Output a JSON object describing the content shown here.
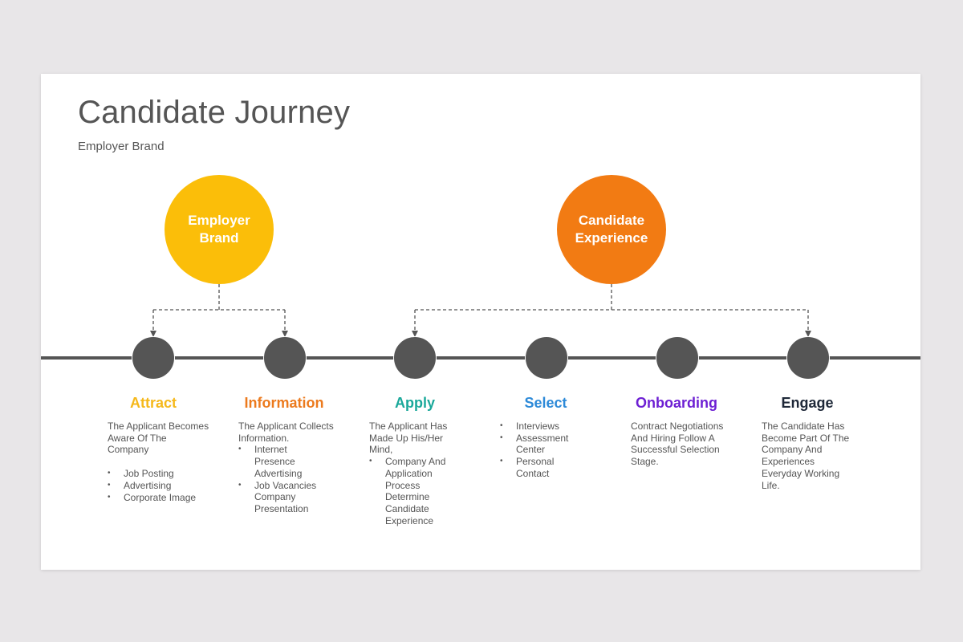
{
  "title": "Candidate Journey",
  "subtitle": "Employer Brand",
  "groups": [
    {
      "label": "Employer Brand",
      "color": "#fbbe09"
    },
    {
      "label": "Candidate Experience",
      "color": "#f27b13"
    }
  ],
  "line_color": "#555555",
  "stages": [
    {
      "title": "Attract",
      "color": "#f5b81a",
      "intro": "The Applicant Becomes Aware Of The Company",
      "bullets": [
        "Job Posting",
        "Advertising",
        "Corporate Image"
      ]
    },
    {
      "title": "Information",
      "color": "#ec7a1d",
      "intro": "The Applicant Collects Information.",
      "bullets": [
        "Internet Presence Advertising",
        "Job Vacancies Company Presentation"
      ]
    },
    {
      "title": "Apply",
      "color": "#1aa89a",
      "intro": "The Applicant Has Made Up His/Her Mind,",
      "bullets": [
        "Company And Application Process Determine Candidate Experience"
      ]
    },
    {
      "title": "Select",
      "color": "#2d8ad8",
      "intro": "",
      "bullets": [
        "Interviews",
        "Assessment Center",
        "Personal Contact"
      ]
    },
    {
      "title": "Onboarding",
      "color": "#6d1fd3",
      "intro": "Contract Negotiations And Hiring Follow A Successful Selection Stage.",
      "bullets": []
    },
    {
      "title": "Engage",
      "color": "#1e2838",
      "intro": "The Candidate Has Become Part Of The Company And Experiences Everyday Working Life.",
      "bullets": []
    }
  ]
}
